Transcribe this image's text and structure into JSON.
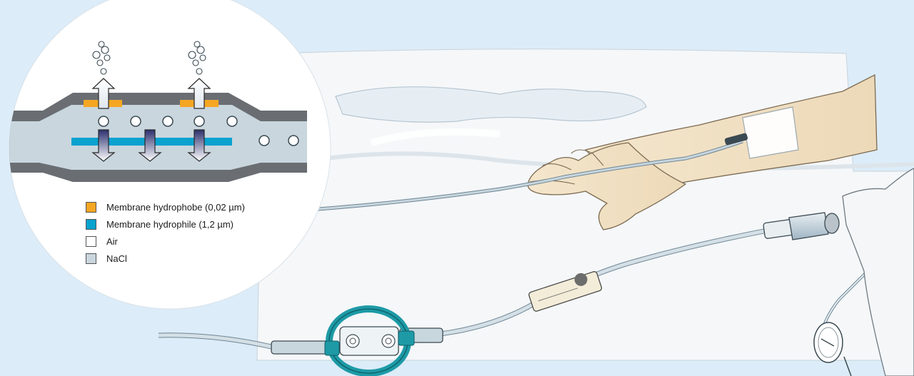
{
  "legend": {
    "items": [
      {
        "label": "Membrane hydrophobe (0,02 µm)",
        "color": "#f5a623"
      },
      {
        "label": "Membrane hydrophile (1,2 µm)",
        "color": "#0aa2cf"
      },
      {
        "label": "Air",
        "color": "#ffffff"
      },
      {
        "label": "NaCl",
        "color": "#c9d6de"
      }
    ]
  },
  "colors": {
    "background": "#dcecf8",
    "tubing": "#aebfca",
    "skin": "#f1e0c2",
    "filter_housing": "#1d9aa6",
    "sheet": "#f4f6f8"
  }
}
